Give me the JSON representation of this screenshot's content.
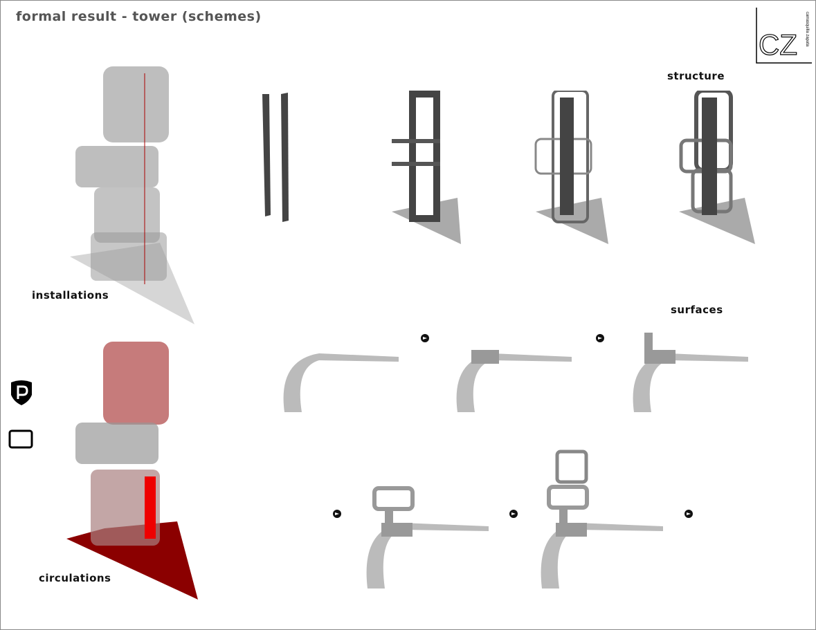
{
  "title": "formal result - tower (schemes)",
  "logo": {
    "letters": "CZ",
    "text": "carrasquilla zapata"
  },
  "labels": {
    "installations": "installations",
    "circulations": "circulations",
    "structure": "structure",
    "surfaces": "surfaces"
  },
  "icons": [
    "parking-shield-icon",
    "circulation-loop-icon",
    "next-arrow-icon"
  ],
  "colors": {
    "title": "#555555",
    "circulation_red": "#b01010",
    "structure_dark": "#444444"
  }
}
